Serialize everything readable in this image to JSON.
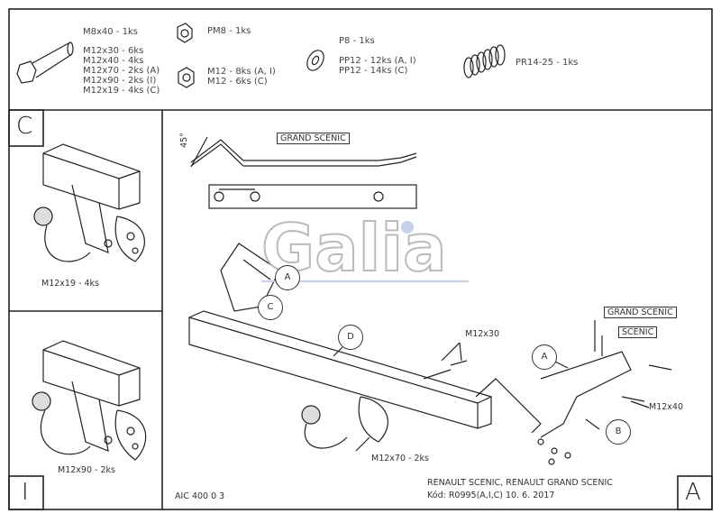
{
  "parts": {
    "bolts": [
      "M8x40 - 1ks",
      "M12x30 - 6ks",
      "M12x40 - 4ks",
      "M12x70 - 2ks (A)",
      "M12x90 - 2ks (I)",
      "M12x19 - 4ks (C)"
    ],
    "lock_nut": "PM8 - 1ks",
    "nuts": [
      "M12 - 8ks (A, I)",
      "M12 - 6ks (C)"
    ],
    "washers": [
      "P8 - 1ks",
      "PP12 - 12ks (A, I)",
      "PP12 - 14ks (C)"
    ],
    "spring": "PR14-25 - 1ks"
  },
  "panels": {
    "c": {
      "letter": "C",
      "bolt_label": "M12x19 - 4ks"
    },
    "i": {
      "letter": "I",
      "bolt_label": "M12x90 - 2ks"
    },
    "a": {
      "letter": "A"
    }
  },
  "main": {
    "angle": "45°",
    "grand_scenic_top": "GRAND SCENIC",
    "grand_scenic_right": "GRAND SCENIC",
    "scenic_right": "SCENIC",
    "logo": "Galia",
    "callouts": {
      "a1": "A",
      "c": "C",
      "d": "D",
      "a2": "A",
      "b": "B"
    },
    "m12x30": "M12x30",
    "m12x40": "M12x40",
    "m12x70": "M12x70 - 2ks",
    "drawing_no": "AIC 400 0 3",
    "vehicle": "RENAULT SCENIC, RENAULT GRAND SCENIC",
    "code": "Kód: R0995(A,I,C)  10. 6. 2017"
  }
}
